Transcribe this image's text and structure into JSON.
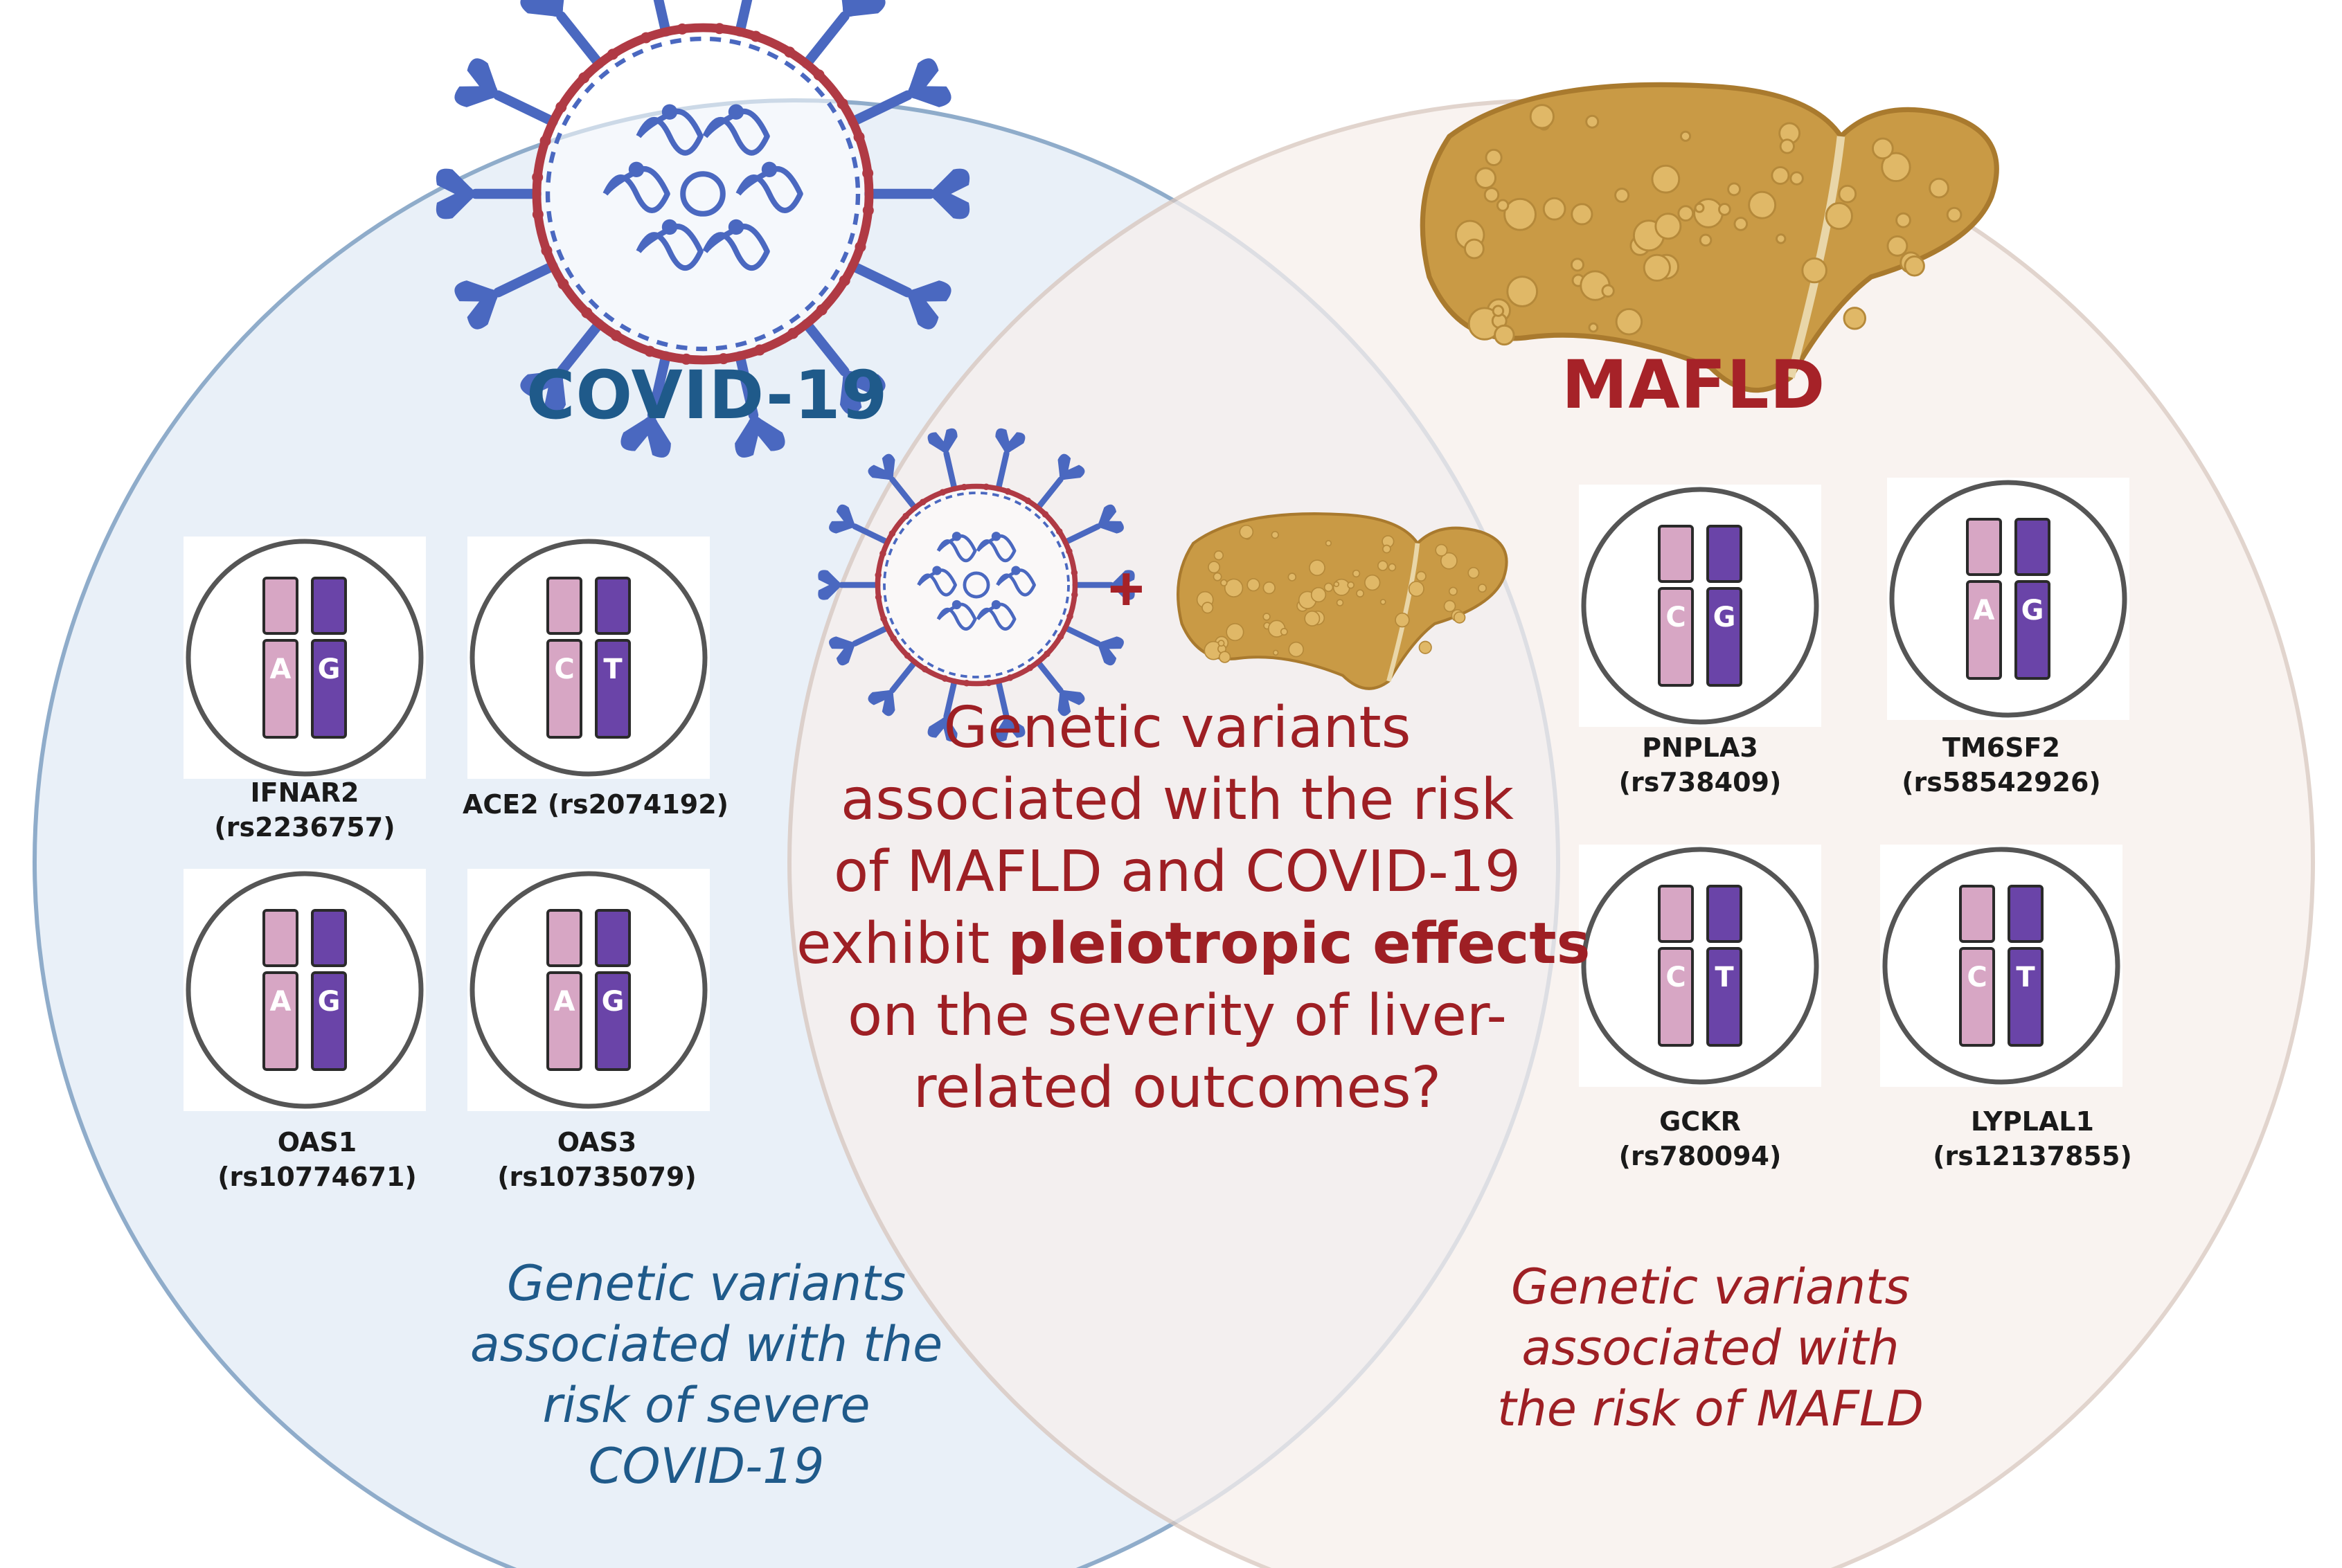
{
  "covid": {
    "title": "COVID-19",
    "note_lines": [
      "Genetic variants",
      "associated with the",
      "risk of severe",
      "COVID-19"
    ],
    "genes": [
      {
        "name": "IFNAR2",
        "rsid": "(rs2236757)",
        "alleles": [
          "A",
          "G"
        ]
      },
      {
        "name": "ACE2 (rs2074192)",
        "rsid": "",
        "alleles": [
          "C",
          "T"
        ]
      },
      {
        "name": "OAS1",
        "rsid": "(rs10774671)",
        "alleles": [
          "A",
          "G"
        ]
      },
      {
        "name": "OAS3",
        "rsid": "(rs10735079)",
        "alleles": [
          "A",
          "G"
        ]
      }
    ]
  },
  "mafld": {
    "title": "MAFLD",
    "note_lines": [
      "Genetic variants",
      "associated with",
      "the risk of MAFLD"
    ],
    "genes": [
      {
        "name": "PNPLA3",
        "rsid": "(rs738409)",
        "alleles": [
          "C",
          "G"
        ]
      },
      {
        "name": "TM6SF2",
        "rsid": "(rs58542926)",
        "alleles": [
          "A",
          "G"
        ]
      },
      {
        "name": "GCKR",
        "rsid": "(rs780094)",
        "alleles": [
          "C",
          "T"
        ]
      },
      {
        "name": "LYPLAL1",
        "rsid": "(rs12137855)",
        "alleles": [
          "C",
          "T"
        ]
      }
    ]
  },
  "center": {
    "plus": "+",
    "line1": "Genetic variants",
    "line2": "associated with the risk",
    "line3": "of MAFLD and COVID-19",
    "line4_pre": "exhibit ",
    "line4_bold": "pleiotropic effects",
    "line5": "on the severity of liver-",
    "line6": "related outcomes?"
  },
  "colors": {
    "covid_fill": "#e8f0f8",
    "covid_stroke": "#8aa8c8",
    "mafld_fill": "#f7efec",
    "mafld_stroke": "#d8c6bd",
    "chrom_light": "#d7a6c4",
    "chrom_dark": "#6a44a8",
    "virus_blue": "#4a68c0",
    "virus_red": "#b03a44",
    "liver": "#c99a45"
  }
}
